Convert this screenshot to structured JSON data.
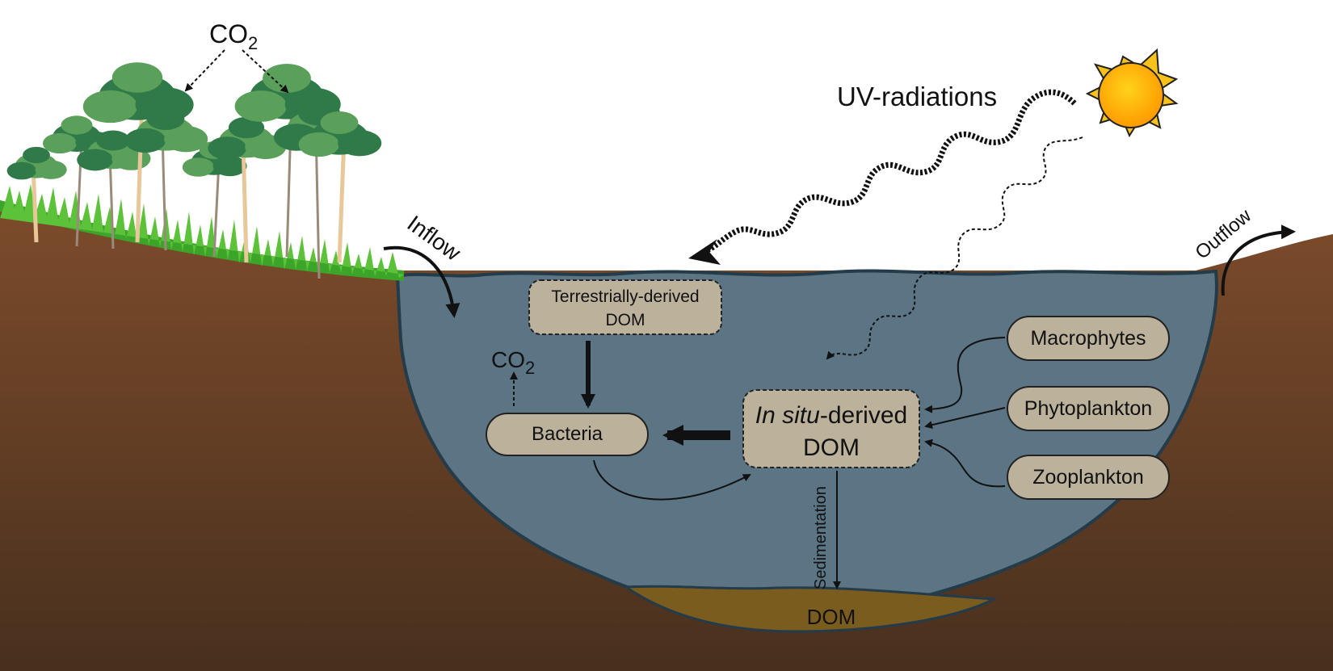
{
  "labels": {
    "co2_top_main": "CO",
    "co2_top_sub": "2",
    "uv": "UV-radiations",
    "inflow": "Inflow",
    "outflow": "Outflow",
    "co2_lake_main": "CO",
    "co2_lake_sub": "2",
    "sedimentation": "Sedimentation",
    "sediment_dom": "DOM"
  },
  "boxes": {
    "terrestrial_line1": "Terrestrially-derived",
    "terrestrial_line2": "DOM",
    "bacteria": "Bacteria",
    "insitu_italic": "In situ",
    "insitu_rest": "-derived",
    "insitu_line2": "DOM",
    "macrophytes": "Macrophytes",
    "phytoplankton": "Phytoplankton",
    "zooplankton": "Zooplankton"
  },
  "colors": {
    "soil_top": "#7a4a2a",
    "soil_bottom": "#4a2e1c",
    "water": "#5b7585",
    "water_edge": "#243b4a",
    "box_fill": "#bcb29c",
    "sediment": "#7a5d1e",
    "grass": "#5cc23a",
    "leaf_light": "#5aa05a",
    "leaf_dark": "#2f7a48",
    "sun": "#ffb000",
    "sun_rays": "#f5c21a"
  }
}
